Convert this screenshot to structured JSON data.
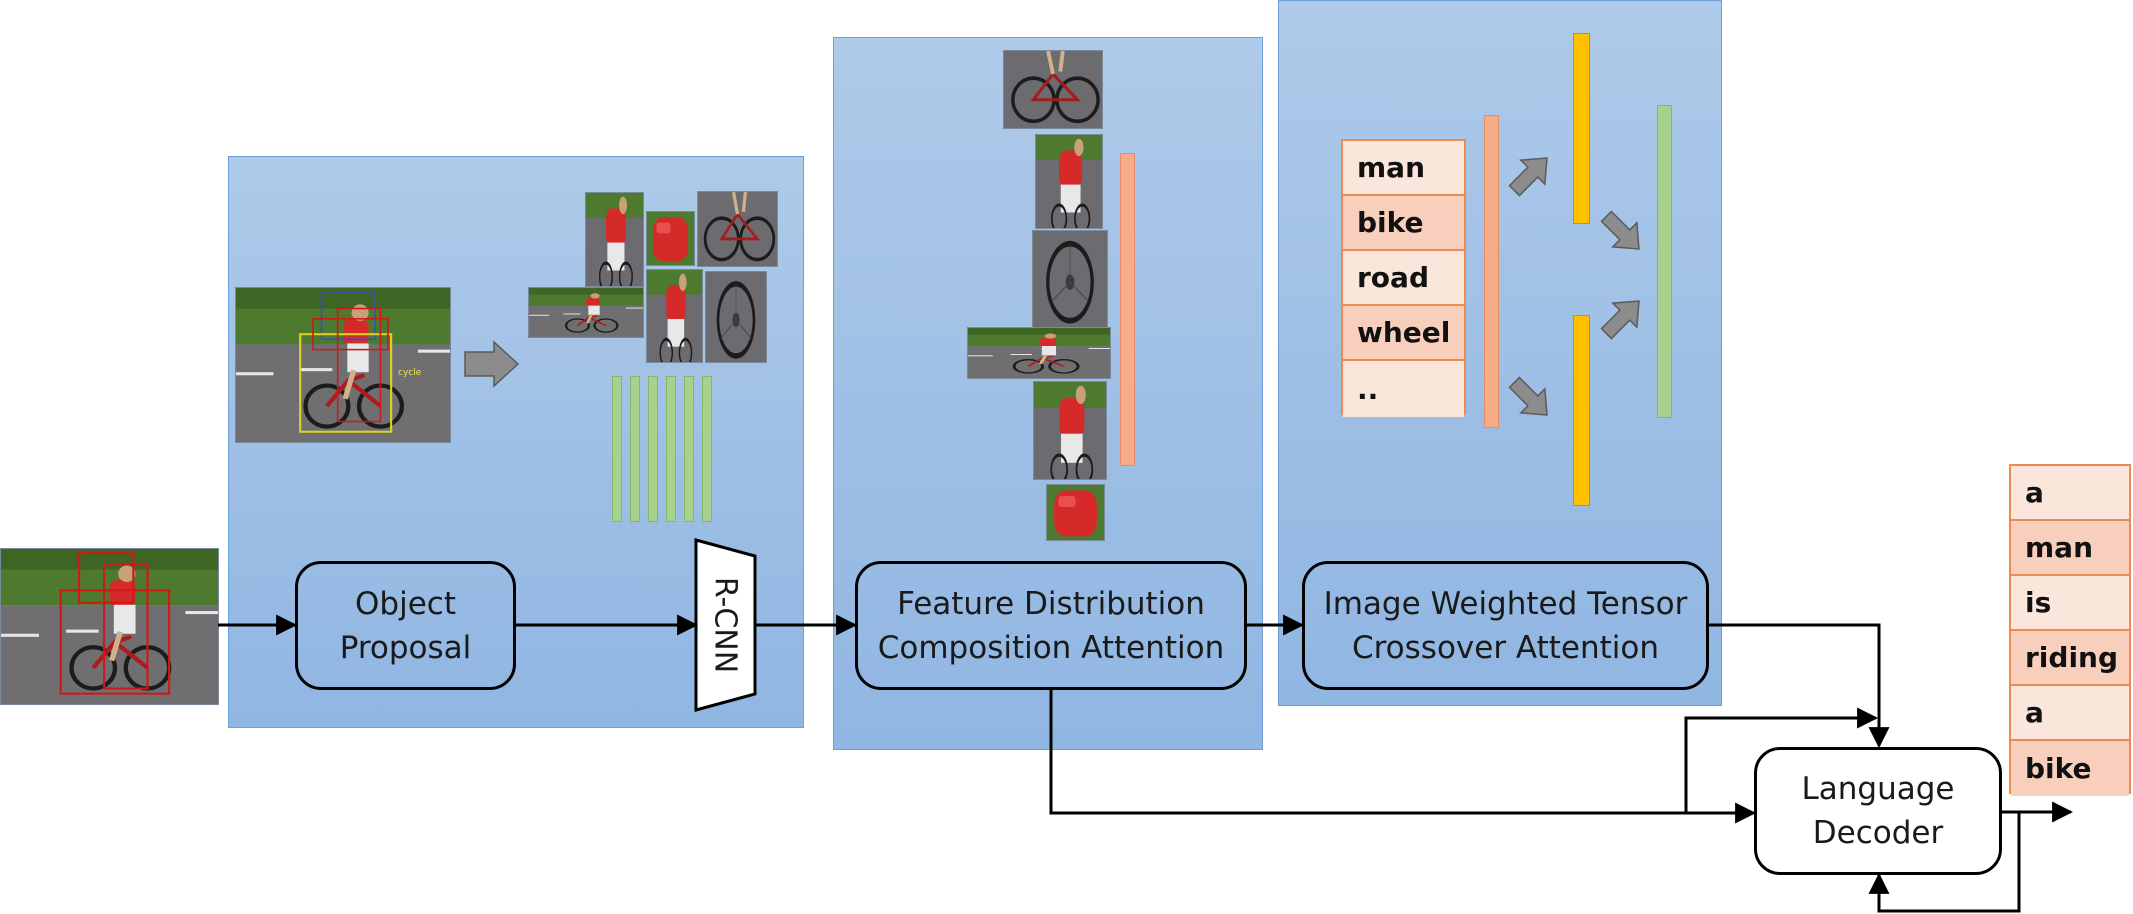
{
  "nodes": {
    "object_proposal": [
      "Object",
      "Proposal"
    ],
    "rcnn": "R-CNN",
    "fdca": [
      "Feature Distribution",
      "Composition Attention"
    ],
    "iwtca": [
      "Image Weighted Tensor",
      "Crossover Attention"
    ],
    "language_decoder": [
      "Language",
      "Decoder"
    ]
  },
  "object_words": [
    "man",
    "bike",
    "road",
    "wheel",
    ".."
  ],
  "caption_words": [
    "a",
    "man",
    "is",
    "riding",
    "a",
    "bike"
  ],
  "detection_tag": "cycle",
  "colors": {
    "panel": "#9dbfe6",
    "panel_border": "#6e9fd6",
    "green_bar": "#a9d18e",
    "salmon_bar": "#f5ac89",
    "gold_bar": "#ffc000",
    "word_border": "#ed8a52",
    "arrow_fill": "#8c8c8c"
  }
}
